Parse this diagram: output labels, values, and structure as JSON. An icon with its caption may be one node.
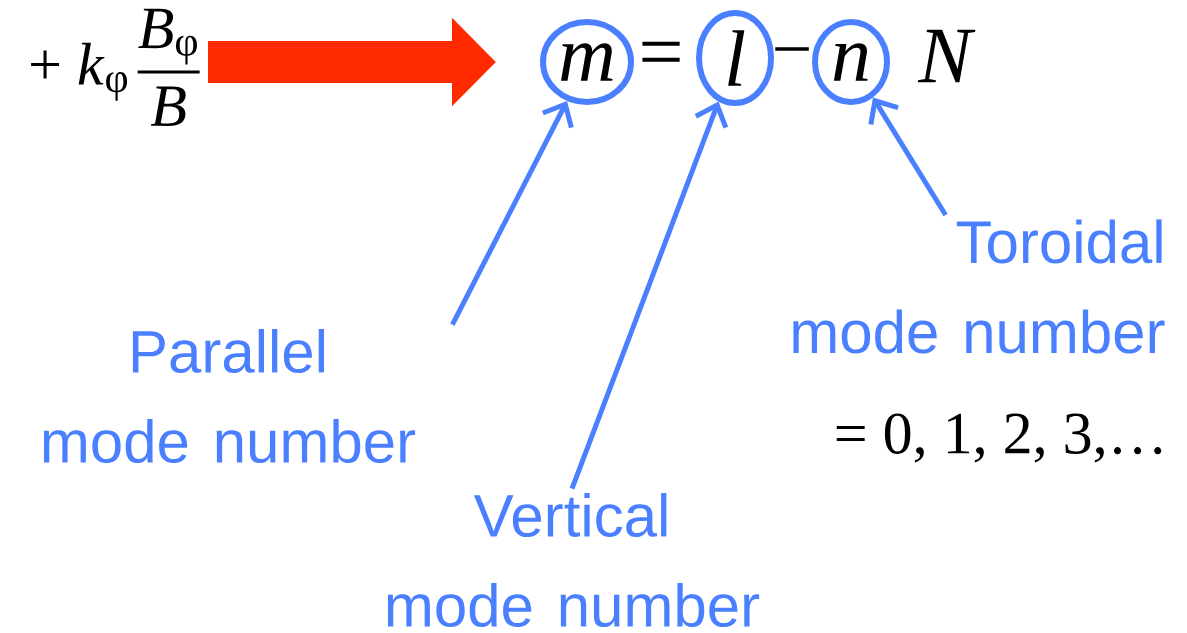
{
  "diagram": {
    "nodes": [
      {
        "text": [
          "m"
        ]
      },
      {
        "text": [
          "l"
        ]
      },
      {
        "text": [
          "n"
        ]
      },
      {
        "text": [
          "Parallel mode number"
        ]
      },
      {
        "text": [
          "Vertical mode number"
        ]
      },
      {
        "text": [
          "Toroidal mode number"
        ]
      },
      {
        "text": [
          "+ *k*$_{φ}$",
          "*B*$_{φ}$",
          "B"
        ]
      }
    ],
    "edges": [
      {
        "from": 6,
        "to": 0,
        "arrow": "to",
        "style": "thick",
        "color": "#ff2a00"
      },
      {
        "from": 3,
        "to": 0,
        "arrow": "to"
      },
      {
        "from": 4,
        "to": 1,
        "arrow": "to"
      },
      {
        "from": 5,
        "to": 2,
        "arrow": "to"
      }
    ],
    "labels": [
      "=",
      "−",
      "N",
      "= 0, 1, 2, 3,…"
    ]
  }
}
